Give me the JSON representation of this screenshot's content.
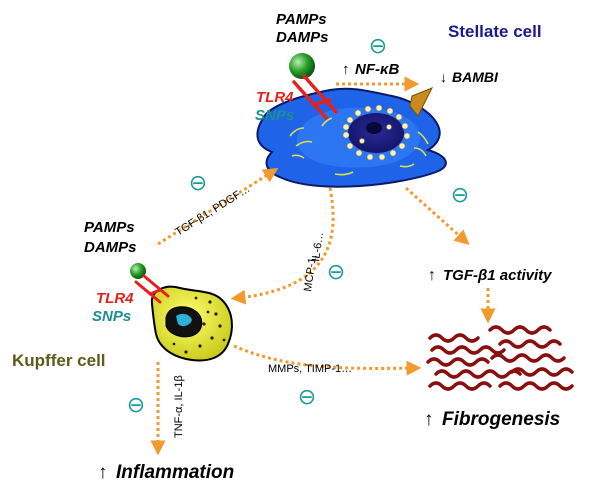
{
  "stellate": {
    "title": "Stellate cell",
    "pamps": "PAMPs",
    "damps": "DAMPs",
    "tlr4": "TLR4",
    "snps": "SNPs",
    "nfkb_arrow": "↑",
    "nfkb": "NF-κB",
    "bambi_arrow": "↓",
    "bambi": "BAMBI"
  },
  "kupffer": {
    "title": "Kupffer cell",
    "pamps": "PAMPs",
    "damps": "DAMPs",
    "tlr4": "TLR4",
    "snps": "SNPs"
  },
  "signals": {
    "tgf_pdgf": "TGF-β1, PDGF…",
    "il6": "IL-6…",
    "mcp1": "MCP-1,",
    "tnf": "TNF-α, IL-1β",
    "mmps": "MMPs, TIMP-1…"
  },
  "outcomes": {
    "up_arrow": "↑",
    "tgf_activity": "TGF-β1 activity",
    "fibrogenesis": "Fibrogenesis",
    "inflammation": "Inflammation"
  },
  "inhibit_symbol": "⊖",
  "colors": {
    "stellate_title": "#1a1a8c",
    "kupffer_title": "#5c5c1a",
    "tlr4": "#e8201a",
    "snps": "#1a9090",
    "arrow": "#f29a2e",
    "inhibit": "#1a9a9a",
    "cell_blue": "#1f63e8",
    "nucleus": "#1a1a80",
    "kupffer_body": "#e0e030",
    "collagen": "#8a1010",
    "bambi": "#c98a1e",
    "ligand": "#2aa02a"
  }
}
